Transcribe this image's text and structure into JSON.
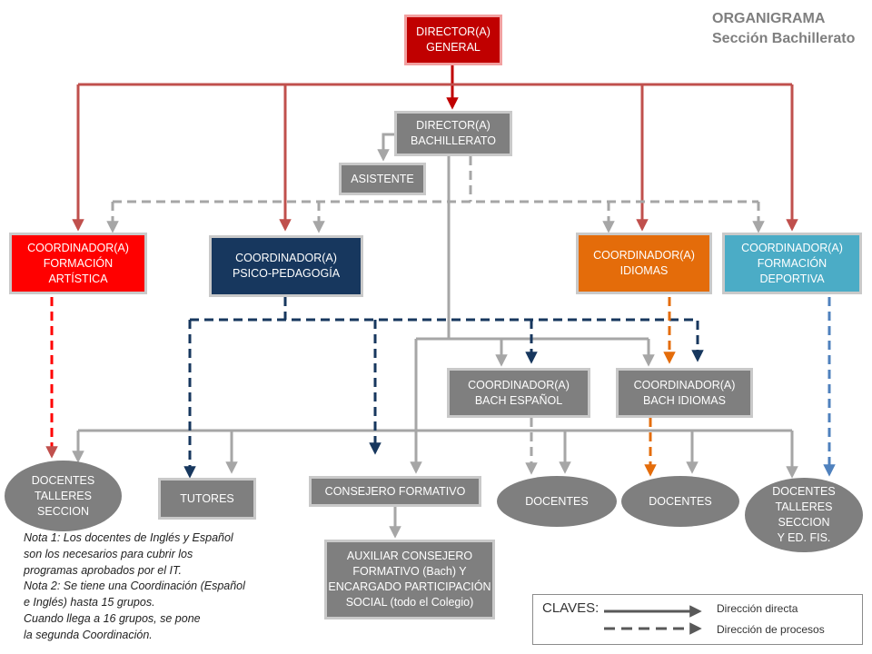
{
  "title": {
    "line1": "ORGANIGRAMA",
    "line2": "Sección Bachillerato"
  },
  "nodes": {
    "director_general": "DIRECTOR(A)\nGENERAL",
    "director_bachillerato": "DIRECTOR(A)\nBACHILLERATO",
    "asistente": "ASISTENTE",
    "coord_artistica": "COORDINADOR(A)\nFORMACIÓN\nARTÍSTICA",
    "coord_psico": "COORDINADOR(A)\nPSICO-PEDAGOGÍA",
    "coord_idiomas": "COORDINADOR(A)\nIDIOMAS",
    "coord_deportiva": "COORDINADOR(A)\nFORMACIÓN\nDEPORTIVA",
    "coord_bach_espanol": "COORDINADOR(A)\nBACH ESPAÑOL",
    "coord_bach_idiomas": "COORDINADOR(A)\nBACH IDIOMAS",
    "docentes_talleres_left": "DOCENTES\nTALLERES\nSECCION",
    "tutores": "TUTORES",
    "consejero": "CONSEJERO FORMATIVO",
    "docentes_1": "DOCENTES",
    "docentes_2": "DOCENTES",
    "docentes_talleres_right": "DOCENTES\nTALLERES\nSECCION\nY ED. FIS.",
    "auxiliar": "AUXILIAR CONSEJERO\nFORMATIVO (Bach)  Y\nENCARGADO PARTICIPACIÓN\nSOCIAL (todo el Colegio)"
  },
  "notes": [
    "Nota 1:   Los docentes de Inglés y Español",
    "               son los necesarios para cubrir los",
    "               programas aprobados  por  el IT.",
    "Nota 2: Se tiene una Coordinación  (Español",
    "              e Inglés)  hasta 15 grupos.",
    "            Cuando  llega a 16 grupos,  se pone",
    "            la segunda  Coordinación."
  ],
  "legend": {
    "label": "CLAVES:",
    "direct": "Dirección directa",
    "process": "Dirección de procesos"
  },
  "colors": {
    "dark_red": "#c00000",
    "red": "#ff0000",
    "navy": "#17375e",
    "orange": "#e46c0a",
    "blue": "#4bacc6",
    "gray": "#7f7f7f",
    "line_red": "#c0504d",
    "line_gray": "#a6a6a6",
    "line_navy": "#17375e",
    "line_orange": "#e46c0a",
    "line_blue": "#4f81bd",
    "text_gray": "#7f7f7f"
  }
}
